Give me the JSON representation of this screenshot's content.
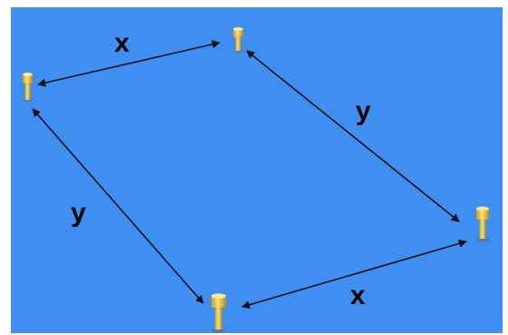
{
  "labels": {
    "top_edge": "x",
    "bottom_edge": "x",
    "left_edge": "y",
    "right_edge": "y"
  },
  "colors": {
    "background": "#3f8ef2",
    "peg_body": "#f3d55a",
    "peg_shade": "#c99d1f",
    "peg_cap": "#fbe98e",
    "peg_shadow": "#5a6f8a",
    "arrow": "#111111"
  }
}
